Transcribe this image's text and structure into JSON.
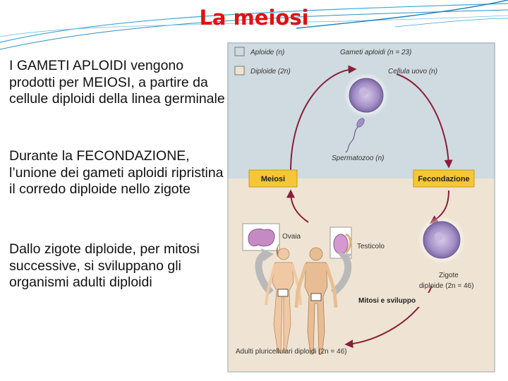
{
  "slide": {
    "title": "La meiosi",
    "paragraphs": [
      "I GAMETI APLOIDI vengono prodotti per MEIOSI, a partire da cellule diploidi della linea germinale",
      "Durante la FECONDAZIONE, l’unione dei gameti aploidi ripristina il corredo diploide nello zigote",
      "Dallo zigote diploide, per mitosi successive, si sviluppano gli organismi adulti diploidi"
    ]
  },
  "figure": {
    "legend": {
      "haploid": "Aploide (n)",
      "diploid": "Diploide (2n)"
    },
    "labels": {
      "gametes": "Gameti aploidi (n = 23)",
      "egg": "Cellula uovo (n)",
      "sperm": "Spermatozoo (n)",
      "meiosis": "Meiosi",
      "fertilization": "Fecondazione",
      "ovary": "Ovaia",
      "testis": "Testicolo",
      "zygote_1": "Zigote",
      "zygote_2": "diploide (2n = 46)",
      "mitosis": "Mitosi e sviluppo",
      "adults": "Adulti pluricellulari diploidi (2n = 46)"
    },
    "colors": {
      "haploid_bg": "#cfdbe0",
      "diploid_bg": "#efe4d3",
      "box": "#f5c637",
      "arrow": "#8a1e3a",
      "cell": "#a48fc7"
    }
  }
}
